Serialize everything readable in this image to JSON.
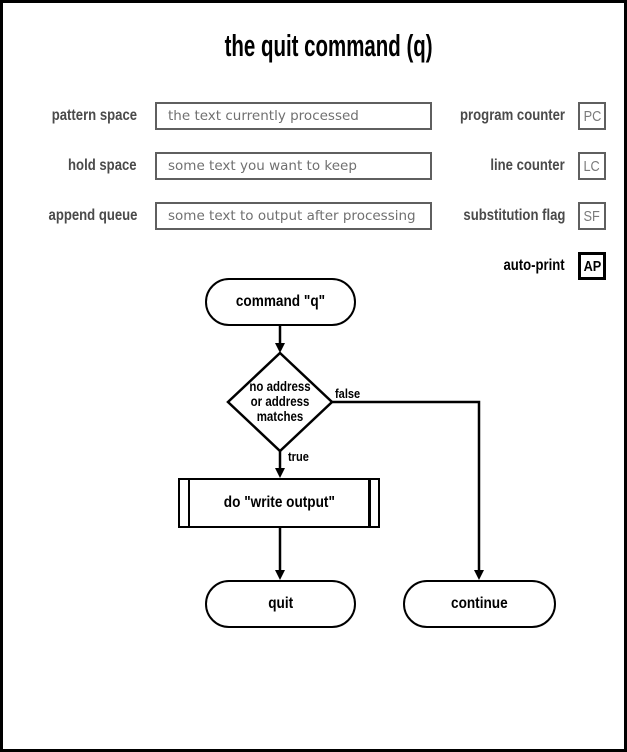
{
  "title": "the quit command (q)",
  "state": {
    "left_rows": [
      {
        "label": "pattern space",
        "value": "the text currently processed"
      },
      {
        "label": "hold space",
        "value": "some text you want to keep"
      },
      {
        "label": "append queue",
        "value": "some text to output after processing"
      }
    ],
    "right_rows": [
      {
        "label": "program counter",
        "abbr": "PC",
        "active": false
      },
      {
        "label": "line counter",
        "abbr": "LC",
        "active": false
      },
      {
        "label": "substitution flag",
        "abbr": "SF",
        "active": false
      },
      {
        "label": "auto-print",
        "abbr": "AP",
        "active": true
      }
    ]
  },
  "flowchart": {
    "start_label": "command \"q\"",
    "decision": {
      "line1": "no address",
      "line2": "or address",
      "line3": "matches"
    },
    "false_label": "false",
    "true_label": "true",
    "process_label": "do \"write output\"",
    "quit_label": "quit",
    "continue_label": "continue"
  },
  "colors": {
    "flow_black": "#000000",
    "label_gray": "#4a4a4a",
    "box_border_gray": "#5f5f5f",
    "box_text_gray": "#707070"
  }
}
